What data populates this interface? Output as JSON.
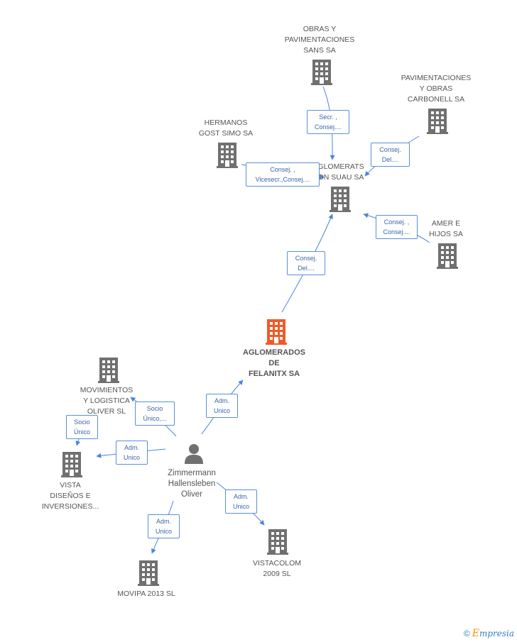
{
  "colors": {
    "building": "#707070",
    "main_building": "#f05a28",
    "edge": "#5b8fd6",
    "label_border": "#5b8fd6"
  },
  "nodes": {
    "obras": {
      "label": "OBRAS Y\nPAVIMENTACIONES\nSANS SA",
      "icon": "building-icon"
    },
    "pavimentaciones": {
      "label": "PAVIMENTACIONES\nY OBRAS\nCARBONELL SA",
      "icon": "building-icon"
    },
    "hermanos": {
      "label": "HERMANOS\nGOST SIMO SA",
      "icon": "building-icon"
    },
    "aglomerats": {
      "label": "GLOMERATS\nON SUAU SA",
      "icon": "building-icon"
    },
    "amer": {
      "label": "AMER E\nHIJOS SA",
      "icon": "building-icon"
    },
    "main": {
      "label": "AGLOMERADOS\nDE\nFELANITX SA",
      "icon": "building-icon"
    },
    "movimientos": {
      "label": "MOVIMIENTOS\nY LOGISTICA\nOLIVER SL",
      "icon": "building-icon"
    },
    "person": {
      "label": "Zimmermann\nHallensleben\nOliver",
      "icon": "person-icon"
    },
    "vista": {
      "label": "VISTA\nDISEÑOS E\nINVERSIONES...",
      "icon": "building-icon"
    },
    "movipa": {
      "label": "MOVIPA 2013 SL",
      "icon": "building-icon"
    },
    "vistacolom": {
      "label": "VISTACOLOM\n2009 SL",
      "icon": "building-icon"
    }
  },
  "edge_labels": {
    "obras_aglomerats": "Secr. ,\nConsej....",
    "pavimentaciones_aglomerats": "Consej.\nDel....",
    "hermanos_aglomerats": "Consej. ,\nVicesecr.,Consej....",
    "amer_aglomerats": "Consej. ,\nConsej....",
    "main_aglomerats": "Consej.\nDel....",
    "person_main": "Adm.\nUnico",
    "person_movimientos": "Socio\nÚnico,...",
    "movimientos_vista": "Socio\nÚnico",
    "person_vista": "Adm.\nUnico",
    "person_movipa": "Adm.\nUnico",
    "person_vistacolom": "Adm.\nUnico"
  },
  "brand": {
    "copyright": "©",
    "name_first": "E",
    "name_rest": "mpresia"
  }
}
